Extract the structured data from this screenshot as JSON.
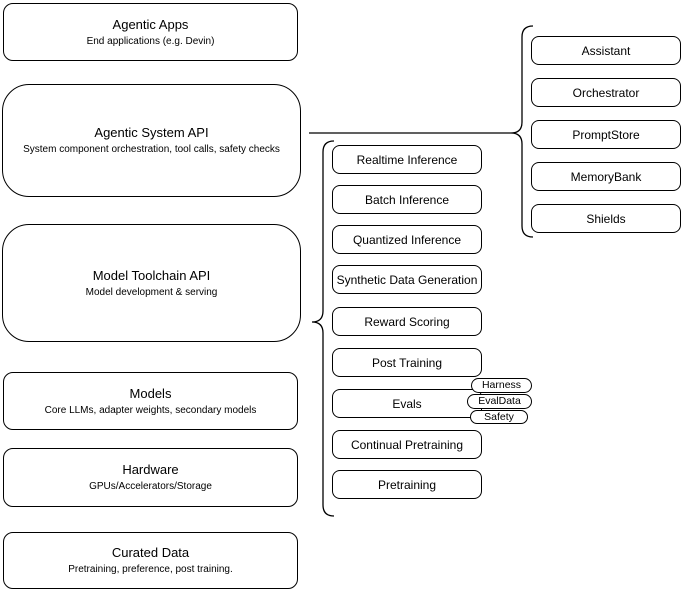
{
  "diagram": {
    "left_nodes": [
      {
        "title": "Agentic Apps",
        "subtitle": "End applications (e.g. Devin)"
      },
      {
        "title": "Agentic System API",
        "subtitle": "System component orchestration, tool calls, safety checks"
      },
      {
        "title": "Model Toolchain API",
        "subtitle": "Model development & serving"
      },
      {
        "title": "Models",
        "subtitle": "Core LLMs, adapter weights, secondary models"
      },
      {
        "title": "Hardware",
        "subtitle": "GPUs/Accelerators/Storage"
      },
      {
        "title": "Curated Data",
        "subtitle": "Pretraining, preference, post training."
      }
    ],
    "toolchain_nodes": [
      "Realtime Inference",
      "Batch Inference",
      "Quantized Inference",
      "Synthetic Data Generation",
      "Reward Scoring",
      "Post Training",
      "Evals",
      "Continual Pretraining",
      "Pretraining"
    ],
    "eval_tags": [
      "Harness",
      "EvalData",
      "Safety"
    ],
    "system_components": [
      "Assistant",
      "Orchestrator",
      "PromptStore",
      "MemoryBank",
      "Shields"
    ],
    "colors": {
      "stroke": "#000000",
      "fill": "#ffffff",
      "text": "#000000"
    }
  }
}
